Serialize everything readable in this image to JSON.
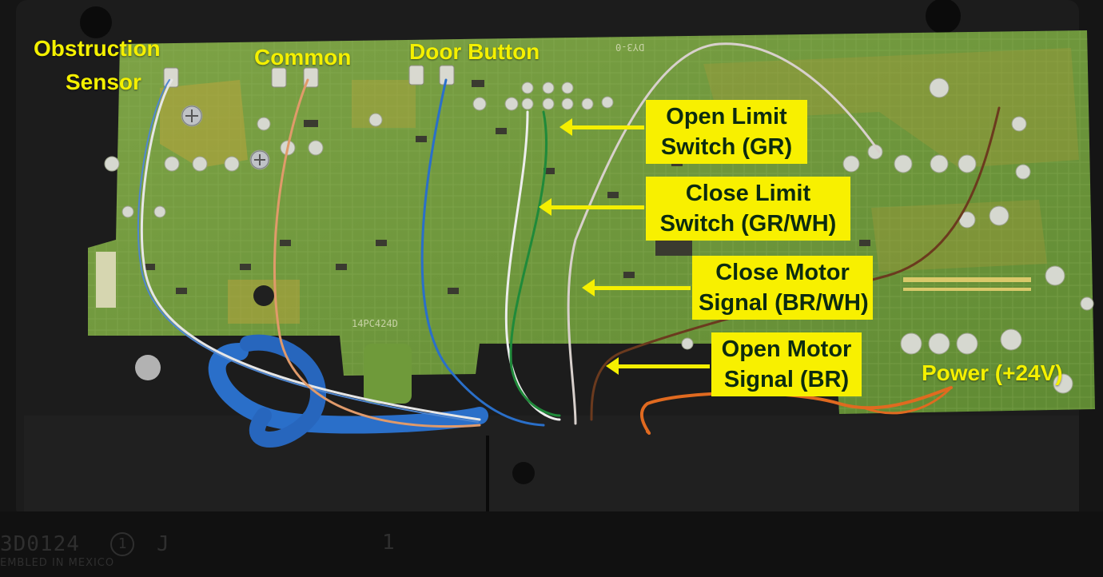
{
  "labels": {
    "obstruction_line1": "Obstruction",
    "obstruction_line2": "Sensor",
    "common": "Common",
    "door_button": "Door Button",
    "power": "Power (+24V)"
  },
  "callouts": {
    "open_limit": {
      "line1": "Open Limit",
      "line2": "Switch (GR)"
    },
    "close_limit": {
      "line1": "Close Limit",
      "line2": "Switch (GR/WH)"
    },
    "close_motor": {
      "line1": "Close Motor",
      "line2": "Signal (BR/WH)"
    },
    "open_motor": {
      "line1": "Open Motor",
      "line2": "Signal (BR)"
    }
  },
  "housing_text": {
    "part_number": "3D0124",
    "circled_mark": "1",
    "letter": "J",
    "digit": "1",
    "assembled": "EMBLED IN MEXICO"
  },
  "pcb_print": {
    "board_id": "14PC424D",
    "revision": "DY3-0"
  },
  "colors": {
    "label_yellow": "#f4f000",
    "callout_bg": "#f8f000",
    "callout_text": "#0c2b10",
    "pcb_green": "#6f9a3a",
    "housing_black": "#161616",
    "wire_blue": "#2a6fc9",
    "wire_green": "#1f8a3a",
    "wire_brown": "#6b3a1e",
    "wire_orange": "#e06a20"
  }
}
